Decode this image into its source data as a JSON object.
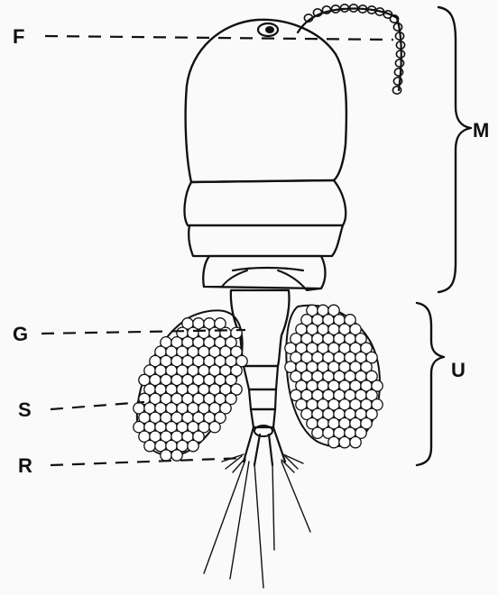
{
  "labels": {
    "F": "F",
    "G": "G",
    "S": "S",
    "R": "R",
    "M": "M",
    "U": "U"
  },
  "colors": {
    "ink": "#111111",
    "paper": "#fafafa"
  }
}
